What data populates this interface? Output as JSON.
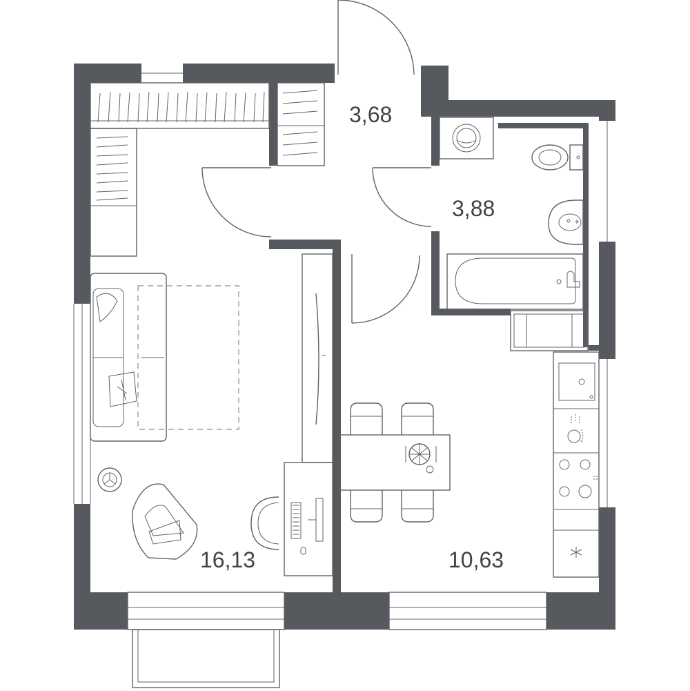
{
  "rooms": [
    {
      "id": "living-room",
      "area": "16,13"
    },
    {
      "id": "kitchen",
      "area": "10,63"
    },
    {
      "id": "hallway",
      "area": "3,68"
    },
    {
      "id": "bathroom",
      "area": "3,88"
    }
  ],
  "colors": {
    "wall": "#565a5e",
    "line": "#5f6367",
    "label": "#3f4347",
    "background": "#ffffff"
  }
}
